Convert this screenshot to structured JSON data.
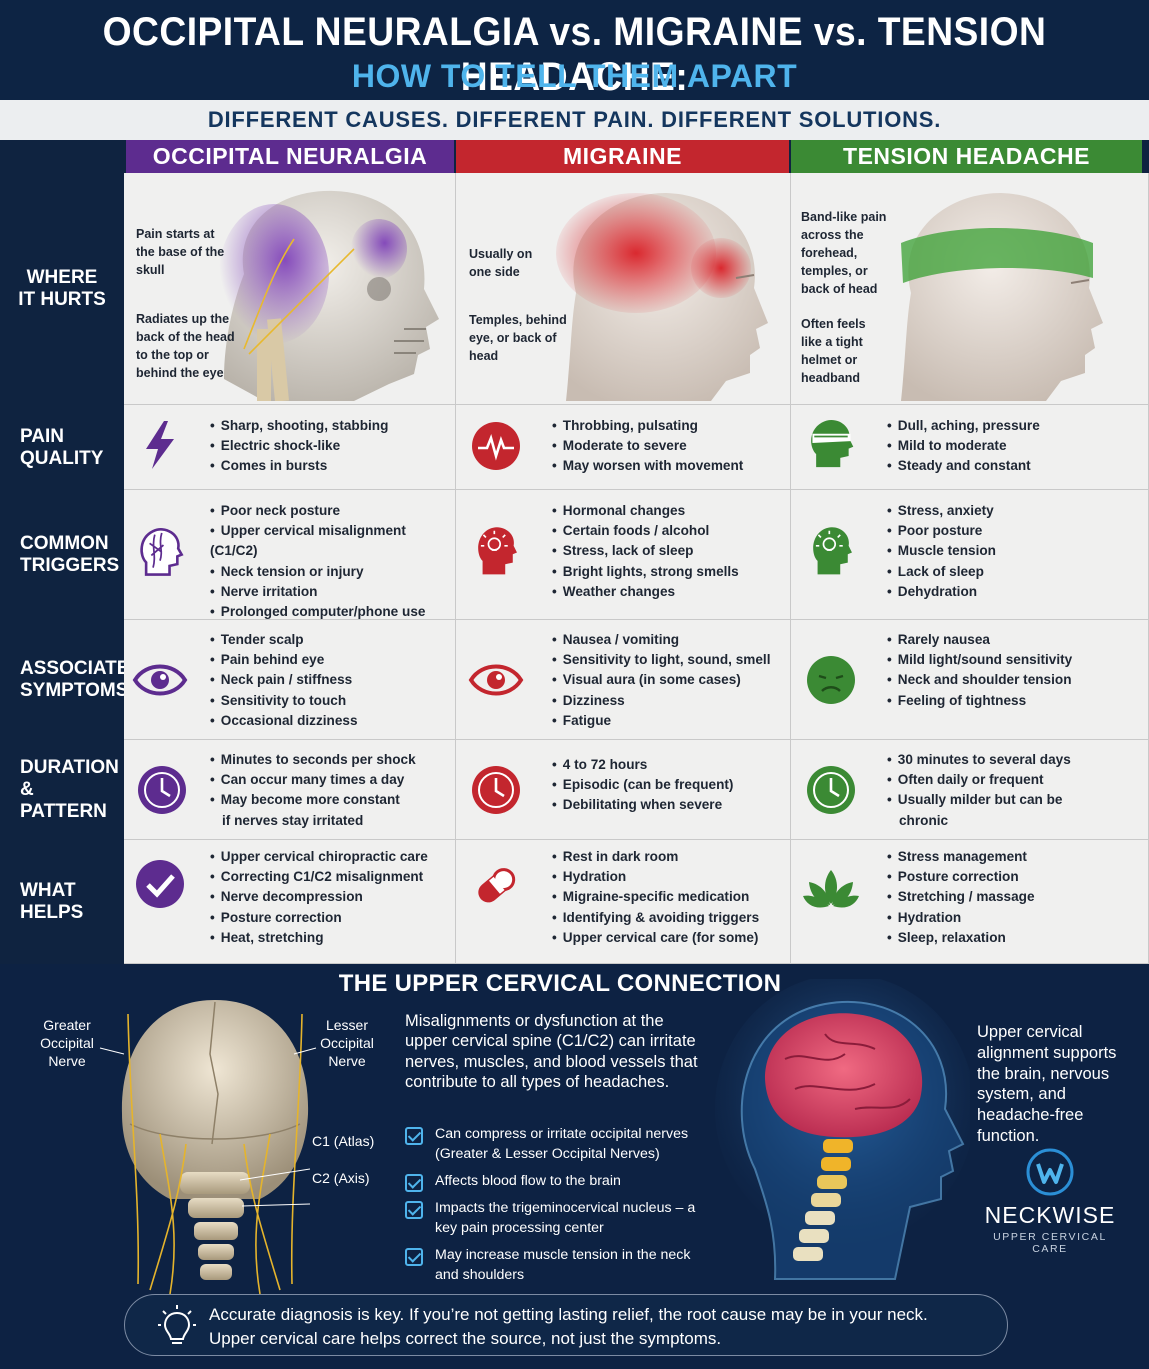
{
  "header": {
    "title": "OCCIPITAL NEURALGIA vs. MIGRAINE vs. TENSION HEADACHE:",
    "subtitle": "HOW TO TELL THEM APART",
    "tagline": "DIFFERENT CAUSES. DIFFERENT PAIN. DIFFERENT SOLUTIONS."
  },
  "colors": {
    "neuralgia": "#5d2c8f",
    "migraine": "#c3262e",
    "tension": "#3b8a34",
    "navy": "#0d2444",
    "accent": "#4fb4ec"
  },
  "columns": [
    {
      "label": "OCCIPITAL NEURALGIA"
    },
    {
      "label": "MIGRAINE"
    },
    {
      "label": "TENSION HEADACHE"
    }
  ],
  "rows": [
    {
      "label": "WHERE IT HURTS"
    },
    {
      "label": "PAIN QUALITY"
    },
    {
      "label": "COMMON TRIGGERS"
    },
    {
      "label": "ASSOCIATED SYMPTOMS"
    },
    {
      "label": "DURATION & PATTERN"
    },
    {
      "label": "WHAT HELPS"
    }
  ],
  "where_hurts": {
    "neuralgia_note_1": "Pain starts at the base of the skull",
    "neuralgia_note_2": "Radiates up the back of the head to the top or behind the eye",
    "migraine_note_1": "Usually on one side",
    "migraine_note_2": "Temples, behind eye, or back of head",
    "tension_note_1": "Band-like pain across the forehead, temples, or back of head",
    "tension_note_2": "Often feels like a tight helmet or headband"
  },
  "pain_quality": {
    "icons": [
      "lightning-icon",
      "pulse-icon",
      "head-band-icon"
    ],
    "neuralgia": [
      "Sharp, shooting, stabbing",
      "Electric shock-like",
      "Comes in bursts"
    ],
    "migraine": [
      "Throbbing, pulsating",
      "Moderate to severe",
      "May worsen with movement"
    ],
    "tension": [
      "Dull, aching, pressure",
      "Mild to moderate",
      "Steady and constant"
    ]
  },
  "common_triggers": {
    "icons": [
      "head-nerve-icon",
      "head-lightbulb-icon",
      "head-lightbulb-icon"
    ],
    "neuralgia": [
      "Poor neck posture",
      "Upper cervical misalignment (C1/C2)",
      "Neck tension or injury",
      "Nerve irritation",
      "Prolonged computer/phone use"
    ],
    "migraine": [
      "Hormonal changes",
      "Certain foods / alcohol",
      "Stress, lack of sleep",
      "Bright lights, strong smells",
      "Weather changes"
    ],
    "tension": [
      "Stress, anxiety",
      "Poor posture",
      "Muscle tension",
      "Lack of sleep",
      "Dehydration"
    ]
  },
  "associated_symptoms": {
    "icons": [
      "eye-icon",
      "eye-icon",
      "sad-face-icon"
    ],
    "neuralgia": [
      "Tender scalp",
      "Pain behind eye",
      "Neck pain / stiffness",
      "Sensitivity to touch",
      "Occasional dizziness"
    ],
    "migraine": [
      "Nausea / vomiting",
      "Sensitivity to light, sound, smell",
      "Visual aura (in some cases)",
      "Dizziness",
      "Fatigue"
    ],
    "tension": [
      "Rarely nausea",
      "Mild light/sound sensitivity",
      "Neck and shoulder tension",
      "Feeling of tightness"
    ]
  },
  "duration": {
    "icons": [
      "clock-icon",
      "clock-icon",
      "clock-icon"
    ],
    "neuralgia": [
      "Minutes to seconds per shock",
      "Can occur many times a day",
      "May become more constant",
      "if nerves stay irritated"
    ],
    "migraine": [
      "4 to 72 hours",
      "Episodic (can be frequent)",
      "Debilitating when severe"
    ],
    "tension": [
      "30 minutes to several days",
      "Often daily or frequent",
      "Usually milder but can be",
      "chronic"
    ]
  },
  "what_helps": {
    "icons": [
      "checkmark-icon",
      "pill-icon",
      "lotus-icon"
    ],
    "neuralgia": [
      "Upper cervical chiropractic care",
      "Correcting C1/C2 misalignment",
      "Nerve decompression",
      "Posture correction",
      "Heat, stretching"
    ],
    "migraine": [
      "Rest in dark room",
      "Hydration",
      "Migraine-specific medication",
      "Identifying & avoiding triggers",
      "Upper cervical care (for some)"
    ],
    "tension": [
      "Stress management",
      "Posture correction",
      "Stretching / massage",
      "Hydration",
      "Sleep, relaxation"
    ]
  },
  "connection": {
    "title": "THE UPPER CERVICAL CONNECTION",
    "paragraph": "Misalignments or dysfunction at the upper cervical spine (C1/C2) can irritate nerves, muscles, and blood vessels that contribute to all types of headaches.",
    "checks": [
      "Can compress or irritate occipital nerves (Greater & Lesser Occipital Nerves)",
      "Affects blood flow to the brain",
      "Impacts the trigeminocervical nucleus – a key pain processing center",
      "May increase muscle tension in the neck and shoulders"
    ],
    "labels": {
      "greater": "Greater Occipital Nerve",
      "lesser": "Lesser Occipital Nerve",
      "c1": "C1 (Atlas)",
      "c2": "C2 (Axis)"
    },
    "right_text": "Upper cervical alignment supports the brain, nervous system, and headache-free function.",
    "brand_name": "NECKWISE",
    "brand_tag": "UPPER CERVICAL CARE"
  },
  "footer": {
    "line1": "Accurate diagnosis is key. If you’re not getting lasting relief, the root cause may be in your neck.",
    "line2": "Upper cervical care helps correct the source, not just the symptoms."
  }
}
